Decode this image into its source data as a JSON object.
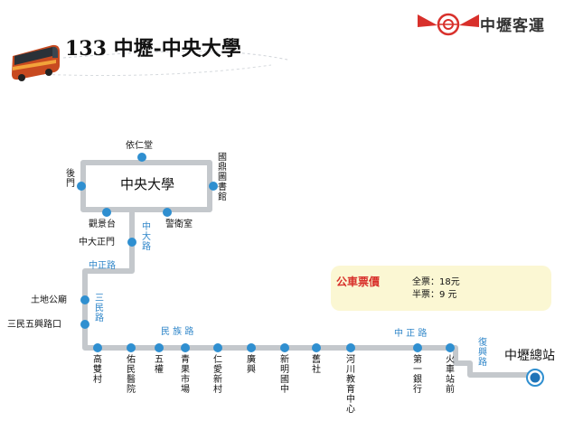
{
  "header": {
    "route_title": "133 中壢-中央大學",
    "company_name": "中壢客運"
  },
  "campus": {
    "label": "中央大學"
  },
  "stops": {
    "yirentang": "依仁堂",
    "houmen": "後門",
    "guoding_library": "國鼎圖書館",
    "guanjingtai": "觀景台",
    "jingweishi": "警衛室",
    "zhongda_gate": "中大正門",
    "tudi_temple": "土地公廟",
    "sanmin_wufeng": "三民五興路口",
    "gaoshuang": "高雙村",
    "youmin_hospital": "佑民醫院",
    "wuquan": "五權",
    "qingguo_market": "青果市場",
    "renai_village": "仁愛新村",
    "guangxing": "廣興",
    "xinming_school": "新明國中",
    "jiushe": "舊社",
    "river_education": "河川教育中心",
    "first_bank": "第一銀行",
    "train_station": "火車站前",
    "terminal": "中壢總站"
  },
  "roads": {
    "zhongda_road": "中大路",
    "zhongzheng_road_upper": "中正路",
    "sanmin_road": "三民路",
    "minzu_road": "民 族 路",
    "zhongzheng_road_lower": "中 正 路",
    "fuxing_road": "復興路"
  },
  "fare": {
    "title": "公車票價",
    "full_label": "全票",
    "full_value": "18元",
    "half_label": "半票",
    "half_value": "9 元"
  },
  "colors": {
    "route_line": "#c4c8cc",
    "stop_dot": "#2f8fd0",
    "road_label": "#2f86c9",
    "fare_title": "#d8302b",
    "fare_box": "#fbf7d3",
    "logo_red": "#d8302b"
  }
}
